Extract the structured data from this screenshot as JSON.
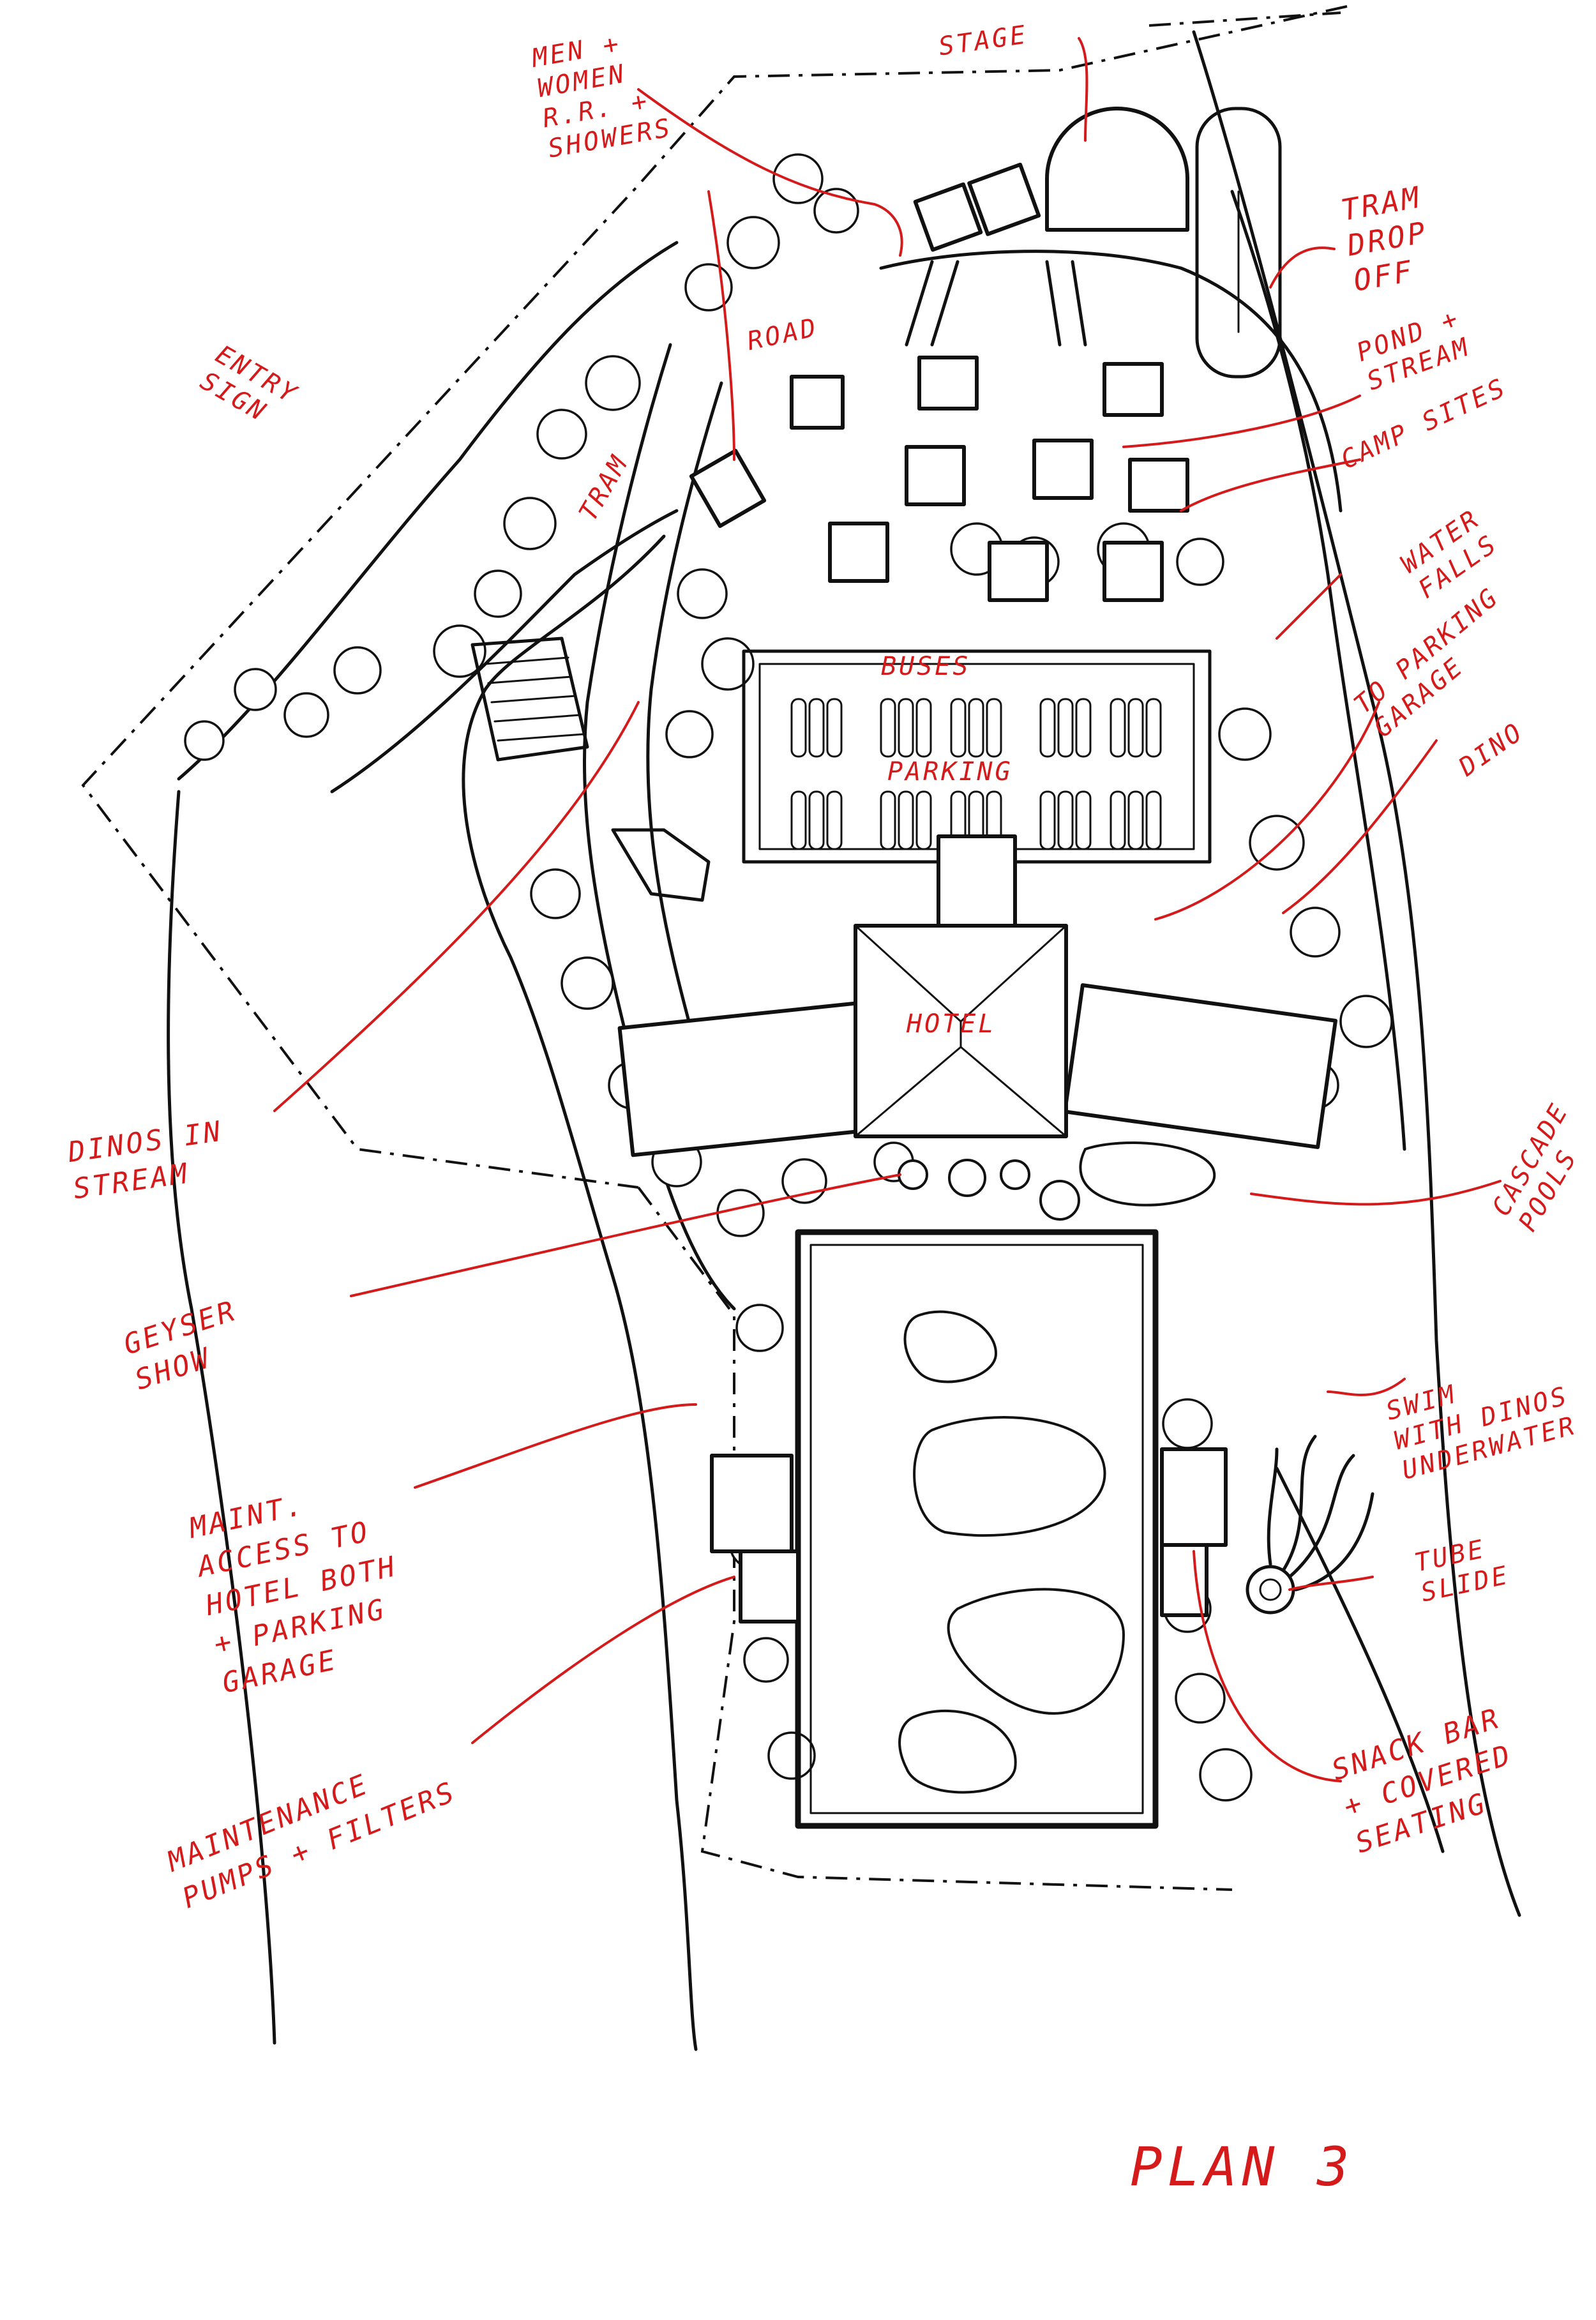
{
  "title": "PLAN 3",
  "labels": {
    "men_women": "MEN +\nWOMEN\nR.R. +\nSHOWERS",
    "stage": "STAGE",
    "tram_drop_off": "TRAM\nDROP\nOFF",
    "road": "ROAD",
    "pond_stream": "POND +\nSTREAM",
    "camp_sites": "CAMP SITES",
    "entry_sign": "ENTRY\nSIGN",
    "tram": "TRAM",
    "water_falls": "WATER\nFALLS",
    "to_parking_garage": "TO PARKING\nGARAGE",
    "buses": "BUSES",
    "parking": "PARKING",
    "dino": "DINO",
    "hotel": "HOTEL",
    "dinos_in_stream": "DINOS IN\nSTREAM",
    "cascade_pools": "CASCADE\nPOOLS",
    "geyser_show": "GEYSER\nSHOW",
    "swim_with_dinos": "SWIM\nWITH DINOS\nUNDERWATER",
    "maint_access": "MAINT.\nACCESS TO\nHOTEL BOTH\n+ PARKING\nGARAGE",
    "tube_slide": "TUBE\nSLIDE",
    "maintenance_pumps": "MAINTENANCE\nPUMPS + FILTERS",
    "snack_bar": "SNACK BAR\n+ COVERED\nSEATING"
  },
  "colors": {
    "ink": "#111111",
    "annotation": "#d41a1a",
    "paper": "#ffffff"
  }
}
